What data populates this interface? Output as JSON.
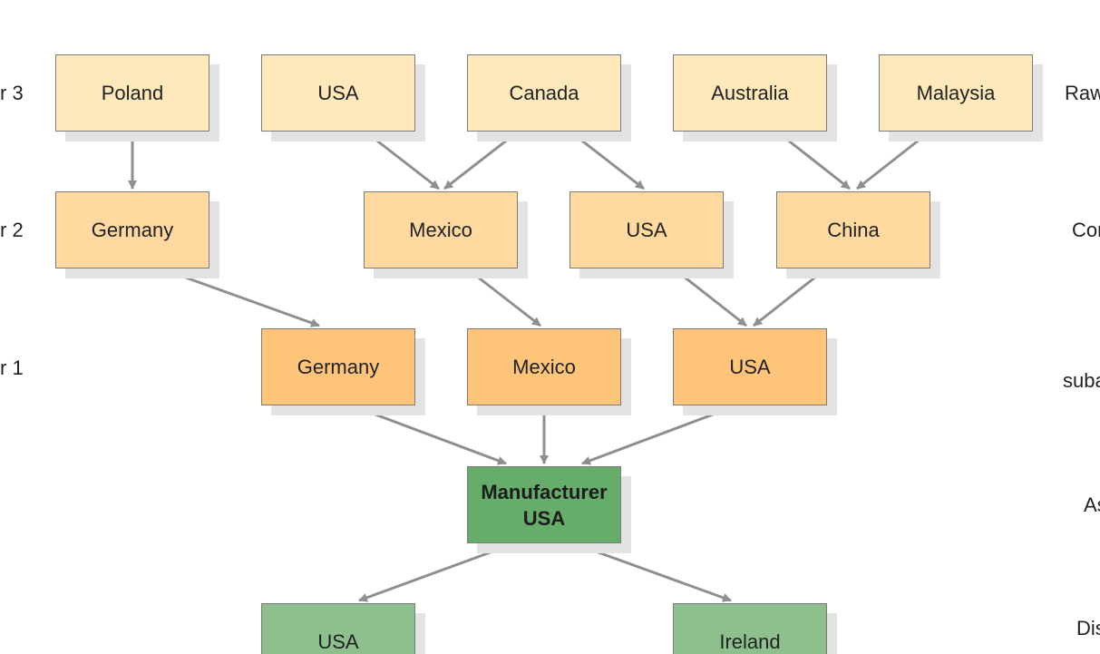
{
  "left_labels": [
    "r 3",
    "r 2",
    "r 1"
  ],
  "right_labels": [
    "Raw",
    "Cor",
    "suba",
    "As",
    "Dis"
  ],
  "tier3": [
    "Poland",
    "USA",
    "Canada",
    "Australia",
    "Malaysia"
  ],
  "tier2": [
    "Germany",
    "Mexico",
    "USA",
    "China"
  ],
  "tier1": [
    "Germany",
    "Mexico",
    "USA"
  ],
  "manufacturer": {
    "line1": "Manufacturer",
    "line2": "USA"
  },
  "distribution": [
    "USA",
    "Ireland"
  ],
  "colors": {
    "tier3": "#ffe9bb",
    "tier2": "#ffd9a0",
    "tier1": "#fec57a",
    "manufacturer": "#66ac6a",
    "distribution": "#8dc08d",
    "arrow": "#8f8f8f"
  }
}
